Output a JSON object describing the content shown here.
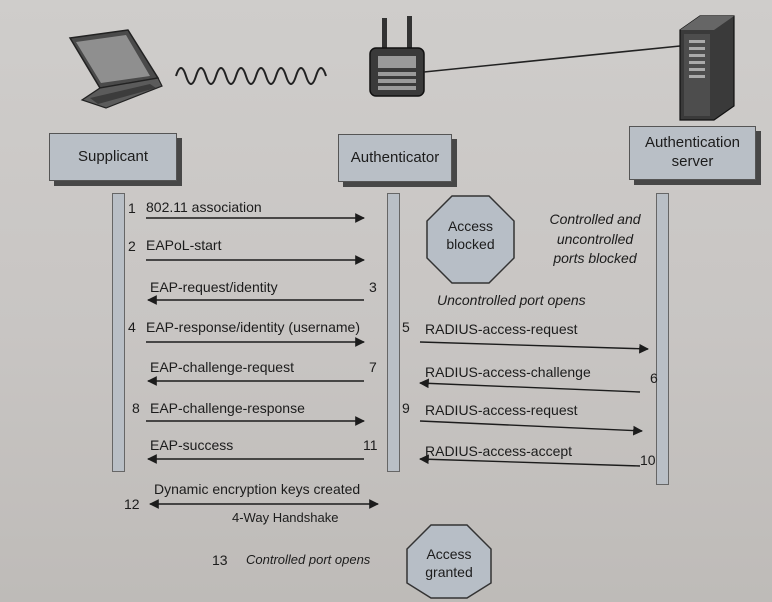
{
  "entities": {
    "supplicant": "Supplicant",
    "authenticator": "Authenticator",
    "server_line1": "Authentication",
    "server_line2": "server"
  },
  "messages": [
    {
      "num": "1",
      "label": "802.11 association"
    },
    {
      "num": "2",
      "label": "EAPoL-start"
    },
    {
      "num": "3",
      "label": "EAP-request/identity"
    },
    {
      "num": "4",
      "label": "EAP-response/identity (username)"
    },
    {
      "num": "5",
      "label": "RADIUS-access-request"
    },
    {
      "num": "6",
      "label": "RADIUS-access-challenge"
    },
    {
      "num": "7",
      "label": "EAP-challenge-request"
    },
    {
      "num": "8",
      "label": "EAP-challenge-response"
    },
    {
      "num": "9",
      "label": "RADIUS-access-request"
    },
    {
      "num": "10",
      "label": "RADIUS-access-accept"
    },
    {
      "num": "11",
      "label": "EAP-success"
    },
    {
      "num": "12",
      "label_top": "Dynamic encryption keys created",
      "label_bottom": "4-Way Handshake"
    },
    {
      "num": "13",
      "label": "Controlled port opens"
    }
  ],
  "badges": {
    "blocked_line1": "Access",
    "blocked_line2": "blocked",
    "granted_line1": "Access",
    "granted_line2": "granted"
  },
  "notes": {
    "blocked_line1": "Controlled and",
    "blocked_line2": "uncontrolled",
    "blocked_line3": "ports blocked",
    "uncontrolled_opens": "Uncontrolled port opens"
  }
}
